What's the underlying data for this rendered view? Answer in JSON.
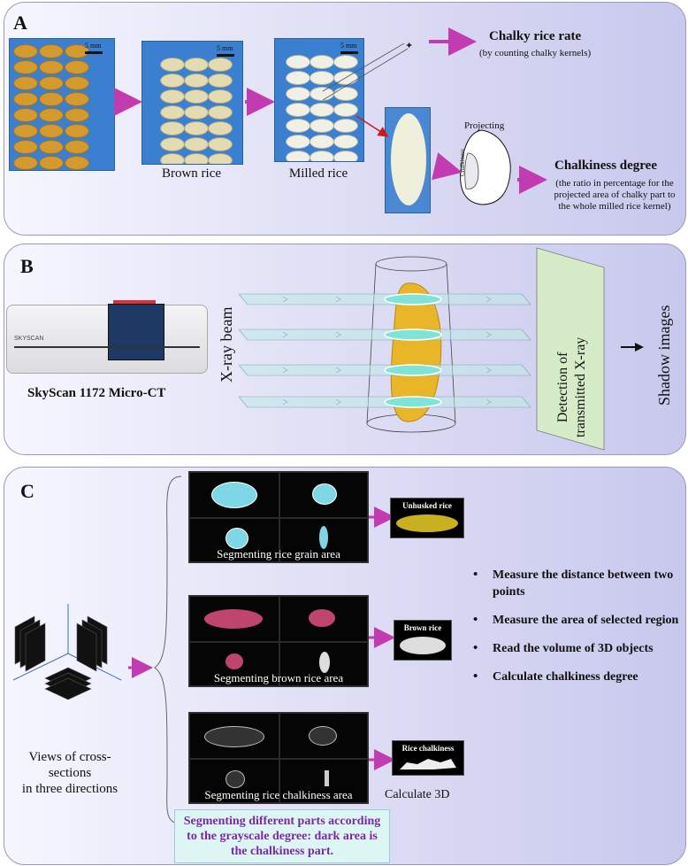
{
  "panel_a": {
    "label": "A",
    "scale_label": "5 mm",
    "caption_brown": "Brown rice",
    "caption_milled": "Milled rice",
    "projecting": "Projecting",
    "chalkiness_inside": "Chalkiness",
    "chalky_rate_title": "Chalky rice rate",
    "chalky_rate_sub": "(by counting chalky kernels)",
    "degree_title": "Chalkiness degree",
    "degree_sub_1": "(the ratio in percentage for the",
    "degree_sub_2": "projected area of chalky part to",
    "degree_sub_3": "the whole milled rice kernel)",
    "colors": {
      "paddy": "#d59a2e",
      "brown": "#e4dcb0",
      "milled": "#f1f0e4",
      "photo_bg": "#3b7fd0",
      "arrow": "#c33bb0"
    }
  },
  "panel_b": {
    "label": "B",
    "instrument_caption": "SkyScan 1172 Micro-CT",
    "device_text": "SKYSCAN",
    "beam_label": "X-ray beam",
    "detector_line1": "Detection of",
    "detector_line2": "transmitted X-ray",
    "output_label": "Shadow images"
  },
  "panel_c": {
    "label": "C",
    "views_line1": "Views of cross-sections",
    "views_line2": "in three directions",
    "seg1": "Segmenting rice grain area",
    "seg2": "Segmenting brown rice area",
    "seg3": "Segmenting rice chalkiness area",
    "thumb1": "Unhusked rice",
    "thumb2": "Brown rice",
    "thumb3": "Rice chalkiness",
    "calc3d": "Calculate 3D",
    "bullets": [
      "Measure the distance between two points",
      "Measure the area of selected region",
      "Read the volume of 3D objects",
      "Calculate chalkiness degree"
    ],
    "note": "Segmenting different parts according to the grayscale degree: dark area is the chalkiness part."
  }
}
